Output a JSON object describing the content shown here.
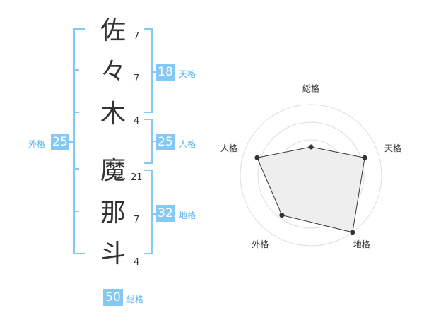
{
  "name_chars": [
    {
      "char": "佐",
      "strokes": "7"
    },
    {
      "char": "々",
      "strokes": "7"
    },
    {
      "char": "木",
      "strokes": "4"
    },
    {
      "char": "魔",
      "strokes": "21"
    },
    {
      "char": "那",
      "strokes": "7"
    },
    {
      "char": "斗",
      "strokes": "4"
    }
  ],
  "kaku": {
    "tenkaku": {
      "label": "天格",
      "value": "18"
    },
    "jinkaku": {
      "label": "人格",
      "value": "25"
    },
    "chikaku": {
      "label": "地格",
      "value": "32"
    },
    "gaikaku": {
      "label": "外格",
      "value": "25"
    },
    "soukaku": {
      "label": "総格",
      "value": "50"
    }
  },
  "colors": {
    "accent": "#84c8f3",
    "accent_text": "#5bb4ec",
    "chart_fill": "#eeeeee",
    "chart_line": "#333333",
    "grid": "#dddddd"
  },
  "chart_data": {
    "type": "radar",
    "axes": [
      "総格",
      "天格",
      "地格",
      "外格",
      "人格"
    ],
    "values": [
      2,
      4,
      5,
      3.5,
      4
    ],
    "rmax": 5,
    "rings": 4,
    "grid": true
  }
}
